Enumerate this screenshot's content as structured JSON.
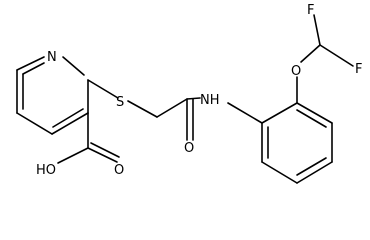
{
  "molecule": {
    "atoms": {
      "n_label": "N",
      "s_label": "S",
      "nh_label": "NH",
      "o_ether_label": "O",
      "f1_label": "F",
      "f2_label": "F",
      "o_carbonyl_amide_label": "O",
      "o_carbonyl_acid_label": "O",
      "hoh_label": "HO"
    },
    "colors": {
      "bond": "#000000",
      "text": "#000000",
      "background": "#ffffff"
    }
  }
}
